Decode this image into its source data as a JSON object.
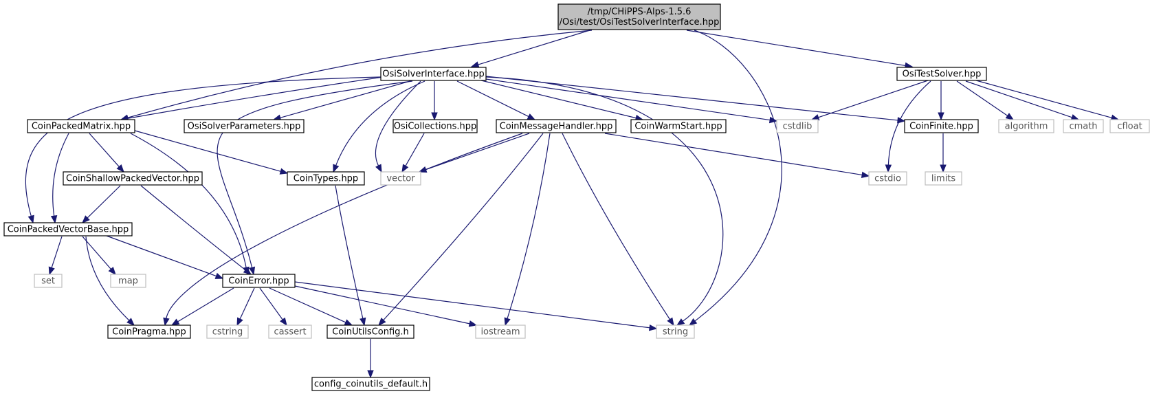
{
  "graph": {
    "colors": {
      "edge": "#191970",
      "root_fill": "#bfbfbf",
      "node_fill": "#ffffff",
      "node_border": "#000000",
      "system_border": "#bfbfbf",
      "system_text": "#555555"
    },
    "nodes": [
      {
        "id": "root",
        "label_lines": [
          "/tmp/CHiPPS-Alps-1.5.6",
          "/Osi/test/OsiTestSolverInterface.hpp"
        ],
        "kind": "root"
      },
      {
        "id": "osisolverinterface",
        "label_lines": [
          "OsiSolverInterface.hpp"
        ],
        "kind": "file"
      },
      {
        "id": "ositestsolver",
        "label_lines": [
          "OsiTestSolver.hpp"
        ],
        "kind": "file"
      },
      {
        "id": "coinpackedmatrix",
        "label_lines": [
          "CoinPackedMatrix.hpp"
        ],
        "kind": "file"
      },
      {
        "id": "osisolverparameters",
        "label_lines": [
          "OsiSolverParameters.hpp"
        ],
        "kind": "file"
      },
      {
        "id": "osicollections",
        "label_lines": [
          "OsiCollections.hpp"
        ],
        "kind": "file"
      },
      {
        "id": "coinmessagehandler",
        "label_lines": [
          "CoinMessageHandler.hpp"
        ],
        "kind": "file"
      },
      {
        "id": "coinwarmstart",
        "label_lines": [
          "CoinWarmStart.hpp"
        ],
        "kind": "file"
      },
      {
        "id": "cstdlib",
        "label_lines": [
          "cstdlib"
        ],
        "kind": "system"
      },
      {
        "id": "coinfinite",
        "label_lines": [
          "CoinFinite.hpp"
        ],
        "kind": "file"
      },
      {
        "id": "algorithm",
        "label_lines": [
          "algorithm"
        ],
        "kind": "system"
      },
      {
        "id": "cmath",
        "label_lines": [
          "cmath"
        ],
        "kind": "system"
      },
      {
        "id": "cfloat",
        "label_lines": [
          "cfloat"
        ],
        "kind": "system"
      },
      {
        "id": "coinshallowpackedvector",
        "label_lines": [
          "CoinShallowPackedVector.hpp"
        ],
        "kind": "file"
      },
      {
        "id": "cointypes",
        "label_lines": [
          "CoinTypes.hpp"
        ],
        "kind": "file"
      },
      {
        "id": "vector",
        "label_lines": [
          "vector"
        ],
        "kind": "system"
      },
      {
        "id": "cstdio",
        "label_lines": [
          "cstdio"
        ],
        "kind": "system"
      },
      {
        "id": "limits",
        "label_lines": [
          "limits"
        ],
        "kind": "system"
      },
      {
        "id": "coinpackedvectorbase",
        "label_lines": [
          "CoinPackedVectorBase.hpp"
        ],
        "kind": "file"
      },
      {
        "id": "set",
        "label_lines": [
          "set"
        ],
        "kind": "system"
      },
      {
        "id": "map",
        "label_lines": [
          "map"
        ],
        "kind": "system"
      },
      {
        "id": "coinerror",
        "label_lines": [
          "CoinError.hpp"
        ],
        "kind": "file"
      },
      {
        "id": "coinpragma",
        "label_lines": [
          "CoinPragma.hpp"
        ],
        "kind": "file"
      },
      {
        "id": "cstring",
        "label_lines": [
          "cstring"
        ],
        "kind": "system"
      },
      {
        "id": "cassert",
        "label_lines": [
          "cassert"
        ],
        "kind": "system"
      },
      {
        "id": "coinutilsconfig",
        "label_lines": [
          "CoinUtilsConfig.h"
        ],
        "kind": "file"
      },
      {
        "id": "iostream",
        "label_lines": [
          "iostream"
        ],
        "kind": "system"
      },
      {
        "id": "string",
        "label_lines": [
          "string"
        ],
        "kind": "system"
      },
      {
        "id": "config_coinutils_default",
        "label_lines": [
          "config_coinutils_default.h"
        ],
        "kind": "file"
      }
    ],
    "edges": [
      {
        "from": "root",
        "to": "osisolverinterface"
      },
      {
        "from": "root",
        "to": "ositestsolver"
      },
      {
        "from": "root",
        "to": "coinpackedmatrix"
      },
      {
        "from": "root",
        "to": "string"
      },
      {
        "from": "osisolverinterface",
        "to": "coinpackedmatrix"
      },
      {
        "from": "osisolverinterface",
        "to": "osisolverparameters"
      },
      {
        "from": "osisolverinterface",
        "to": "osicollections"
      },
      {
        "from": "osisolverinterface",
        "to": "coinmessagehandler"
      },
      {
        "from": "osisolverinterface",
        "to": "coinwarmstart"
      },
      {
        "from": "osisolverinterface",
        "to": "cstdlib"
      },
      {
        "from": "osisolverinterface",
        "to": "coinfinite"
      },
      {
        "from": "osisolverinterface",
        "to": "coinpackedvectorbase"
      },
      {
        "from": "osisolverinterface",
        "to": "coinerror"
      },
      {
        "from": "osisolverinterface",
        "to": "cointypes"
      },
      {
        "from": "osisolverinterface",
        "to": "vector"
      },
      {
        "from": "osisolverinterface",
        "to": "string"
      },
      {
        "from": "ositestsolver",
        "to": "cstdlib"
      },
      {
        "from": "ositestsolver",
        "to": "coinfinite"
      },
      {
        "from": "ositestsolver",
        "to": "algorithm"
      },
      {
        "from": "ositestsolver",
        "to": "cmath"
      },
      {
        "from": "ositestsolver",
        "to": "cfloat"
      },
      {
        "from": "ositestsolver",
        "to": "cstdio"
      },
      {
        "from": "coinpackedmatrix",
        "to": "coinshallowpackedvector"
      },
      {
        "from": "coinpackedmatrix",
        "to": "coinpackedvectorbase"
      },
      {
        "from": "coinpackedmatrix",
        "to": "coinerror"
      },
      {
        "from": "coinpackedmatrix",
        "to": "cointypes"
      },
      {
        "from": "osicollections",
        "to": "vector"
      },
      {
        "from": "coinmessagehandler",
        "to": "vector"
      },
      {
        "from": "coinmessagehandler",
        "to": "cstdio"
      },
      {
        "from": "coinmessagehandler",
        "to": "coinpragma"
      },
      {
        "from": "coinmessagehandler",
        "to": "coinutilsconfig"
      },
      {
        "from": "coinmessagehandler",
        "to": "iostream"
      },
      {
        "from": "coinmessagehandler",
        "to": "string"
      },
      {
        "from": "coinfinite",
        "to": "limits"
      },
      {
        "from": "coinshallowpackedvector",
        "to": "coinpackedvectorbase"
      },
      {
        "from": "coinshallowpackedvector",
        "to": "coinerror"
      },
      {
        "from": "cointypes",
        "to": "coinutilsconfig"
      },
      {
        "from": "coinpackedvectorbase",
        "to": "set"
      },
      {
        "from": "coinpackedvectorbase",
        "to": "map"
      },
      {
        "from": "coinpackedvectorbase",
        "to": "coinpragma"
      },
      {
        "from": "coinpackedvectorbase",
        "to": "coinerror"
      },
      {
        "from": "coinerror",
        "to": "coinpragma"
      },
      {
        "from": "coinerror",
        "to": "cstring"
      },
      {
        "from": "coinerror",
        "to": "cassert"
      },
      {
        "from": "coinerror",
        "to": "coinutilsconfig"
      },
      {
        "from": "coinerror",
        "to": "iostream"
      },
      {
        "from": "coinerror",
        "to": "string"
      },
      {
        "from": "coinutilsconfig",
        "to": "config_coinutils_default"
      }
    ]
  }
}
